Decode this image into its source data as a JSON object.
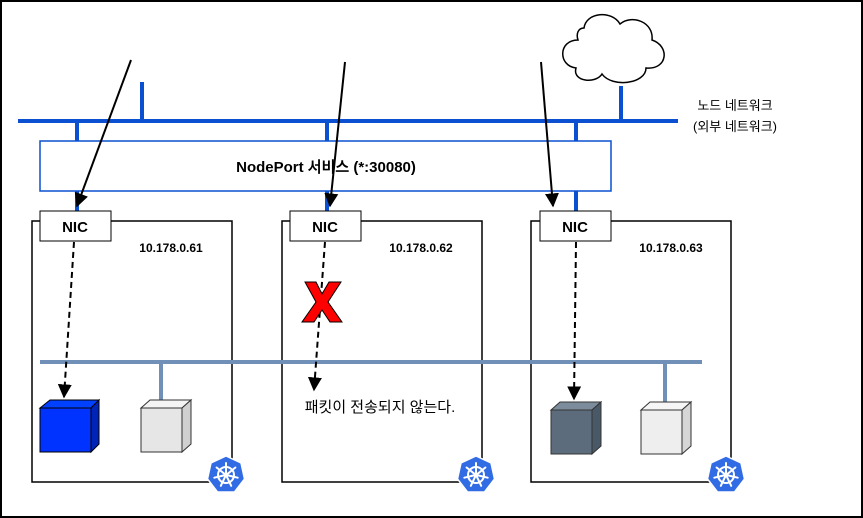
{
  "network": {
    "label_line1": "노드 네트워크",
    "label_line2": "(외부 네트워크)"
  },
  "service": {
    "label": "NodePort 서비스 (*:30080)"
  },
  "nodes": [
    {
      "nic": "NIC",
      "ip": "10.178.0.61",
      "pod_color": "#0033ff",
      "traffic": "delivered"
    },
    {
      "nic": "NIC",
      "ip": "10.178.0.62",
      "traffic": "blocked"
    },
    {
      "nic": "NIC",
      "ip": "10.178.0.63",
      "pod_color": "#5c6c7d",
      "traffic": "delivered"
    }
  ],
  "blocked_note": "패킷이 전송되지 않는다.",
  "colors": {
    "network_line": "#0a50d0",
    "pod_network_line": "#7090b8",
    "service_border": "#0a50d0",
    "blocked_x": "#ff0000",
    "k8s_logo": "#326ce5",
    "idle_pod": "#e6e6e6"
  }
}
